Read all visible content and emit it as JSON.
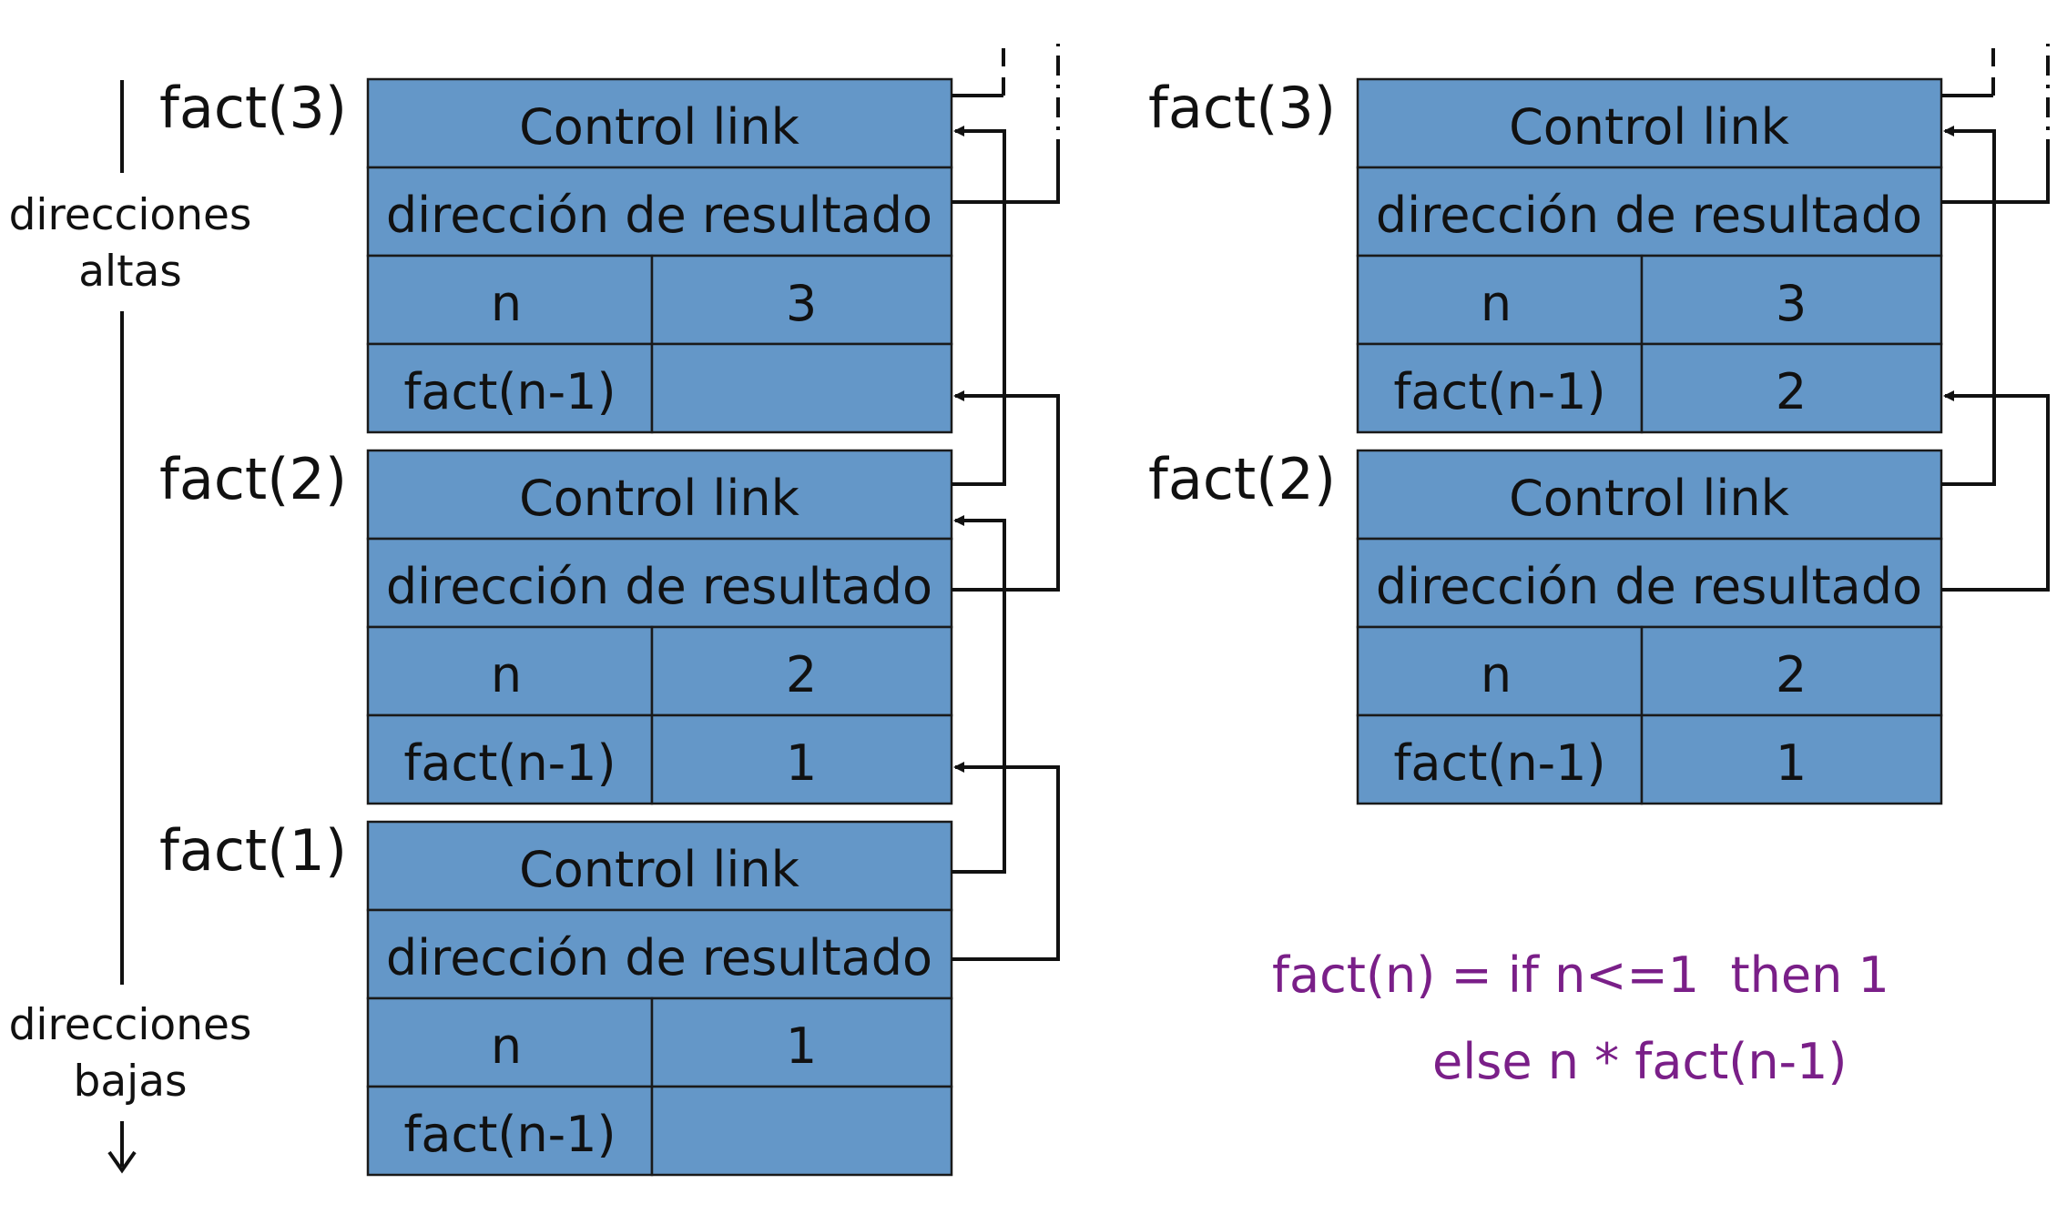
{
  "colors": {
    "cell_fill": "#6497c8",
    "cell_stroke": "#1a1a1a",
    "arrow": "#111111",
    "formula": "#7a1f88"
  },
  "axis": {
    "top_label_1": "direcciones",
    "top_label_2": "altas",
    "bottom_label_1": "direcciones",
    "bottom_label_2": "bajas"
  },
  "stack_left": [
    {
      "title": "fact(3)",
      "control": "Control link",
      "result": "dirección de resultado",
      "n_label": "n",
      "n_value": "3",
      "f_label": "fact(n-1)",
      "f_value": ""
    },
    {
      "title": "fact(2)",
      "control": "Control link",
      "result": "dirección de resultado",
      "n_label": "n",
      "n_value": "2",
      "f_label": "fact(n-1)",
      "f_value": "1"
    },
    {
      "title": "fact(1)",
      "control": "Control link",
      "result": "dirección de resultado",
      "n_label": "n",
      "n_value": "1",
      "f_label": "fact(n-1)",
      "f_value": ""
    }
  ],
  "stack_right": [
    {
      "title": "fact(3)",
      "control": "Control link",
      "result": "dirección de resultado",
      "n_label": "n",
      "n_value": "3",
      "f_label": "fact(n-1)",
      "f_value": "2"
    },
    {
      "title": "fact(2)",
      "control": "Control link",
      "result": "dirección de resultado",
      "n_label": "n",
      "n_value": "2",
      "f_label": "fact(n-1)",
      "f_value": "1"
    }
  ],
  "formula": {
    "line1": "fact(n) = if n<=1  then 1",
    "line2": "else n * fact(n-1)"
  }
}
